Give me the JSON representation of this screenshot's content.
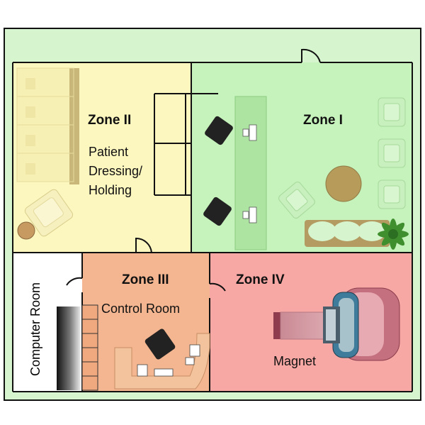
{
  "zones": {
    "zone1": {
      "title": "Zone I"
    },
    "zone2": {
      "title": "Zone II",
      "text": [
        "Patient",
        "Dressing/",
        "Holding"
      ]
    },
    "zone3": {
      "title": "Zone III",
      "room": "Control Room"
    },
    "zone4": {
      "title": "Zone IV",
      "room": "Magnet"
    }
  },
  "computer_room": {
    "label": "Computer Room"
  },
  "colors": {
    "zone1": "#c6f2bc",
    "zone2": "#fcf6bf",
    "zone3": "#f4b690",
    "zone4": "#f7a8a4",
    "computer_room": "#ffffff",
    "wall": "#111111"
  }
}
